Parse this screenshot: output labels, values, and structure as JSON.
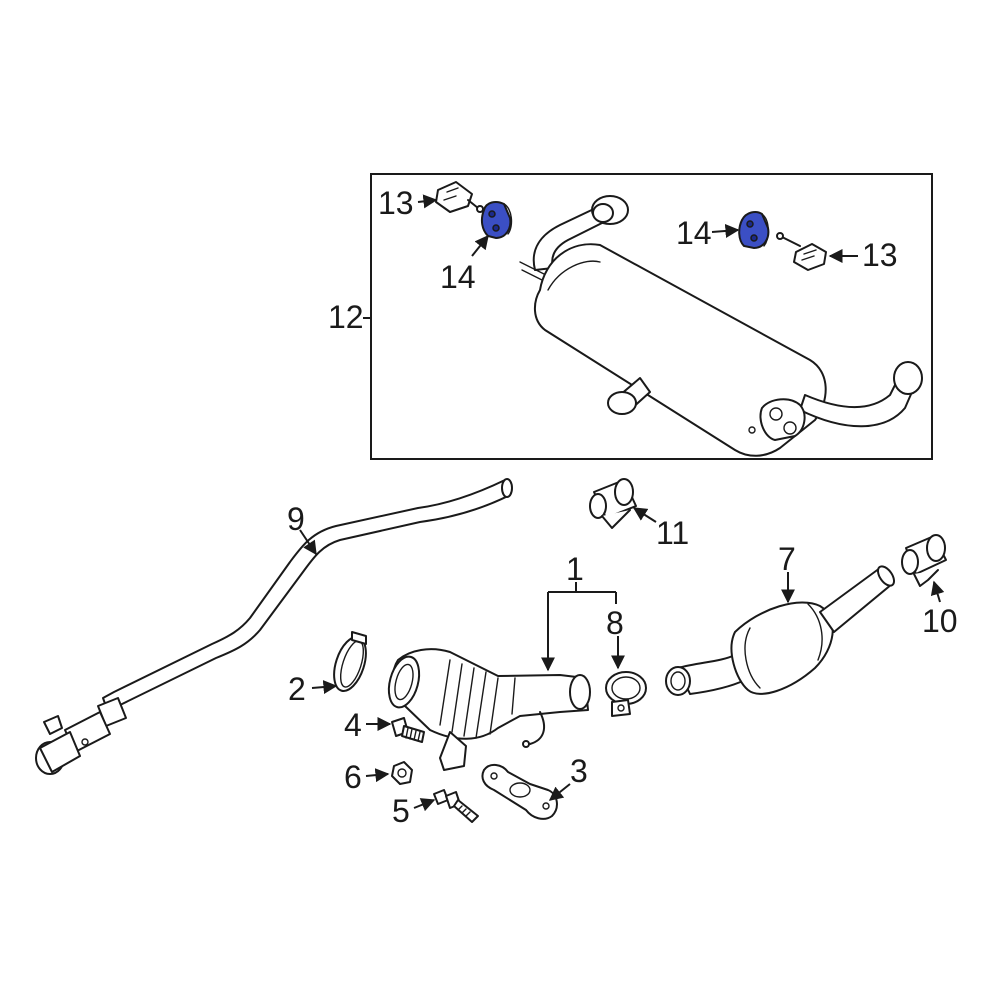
{
  "callouts": {
    "c1": "1",
    "c2": "2",
    "c3": "3",
    "c4": "4",
    "c5": "5",
    "c6": "6",
    "c7": "7",
    "c8": "8",
    "c9": "9",
    "c10": "10",
    "c11": "11",
    "c12": "12",
    "c13a": "13",
    "c13b": "13",
    "c14a": "14",
    "c14b": "14"
  },
  "colors": {
    "highlight": "#3b4fc4",
    "line": "#1a1a1a",
    "background": "#ffffff"
  }
}
